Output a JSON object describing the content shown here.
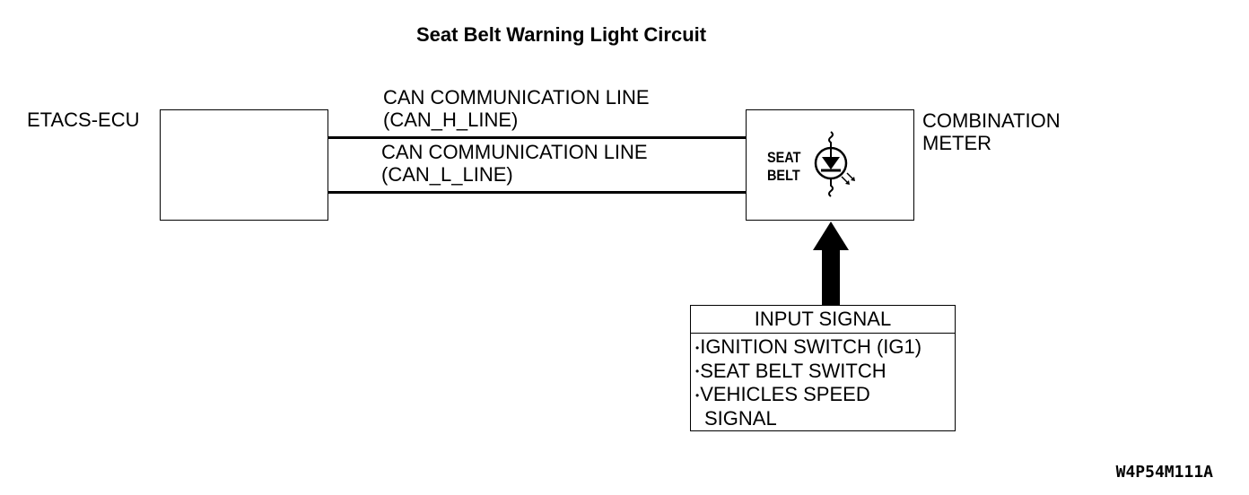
{
  "title": "Seat Belt Warning Light Circuit",
  "etacs": {
    "label": "ETACS-ECU"
  },
  "can_h": {
    "line1": "CAN COMMUNICATION LINE",
    "line2": "(CAN_H_LINE)"
  },
  "can_l": {
    "line1": "CAN COMMUNICATION LINE",
    "line2": "(CAN_L_LINE)"
  },
  "meter": {
    "label_line1": "COMBINATION",
    "label_line2": "METER",
    "lamp_line1": "SEAT",
    "lamp_line2": "BELT",
    "lamp_icon": "seat-belt-warning-lamp-icon"
  },
  "input_signal": {
    "header": "INPUT SIGNAL",
    "items": [
      "IGNITION SWITCH (IG1)",
      "SEAT BELT SWITCH",
      "VEHICLES SPEED",
      "SIGNAL"
    ]
  },
  "figure_code": "W4P54M111A"
}
